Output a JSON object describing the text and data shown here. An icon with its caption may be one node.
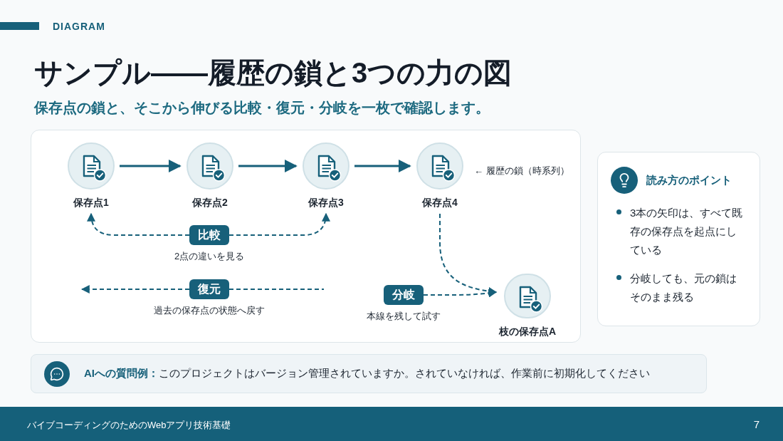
{
  "diagram": {
    "title": "サンプル——履歴の鎖と3つの力の図",
    "nodes": [
      {
        "text": [
          "保存点1"
        ]
      },
      {
        "text": [
          "保存点2"
        ]
      },
      {
        "text": [
          "保存点3"
        ]
      },
      {
        "text": [
          "保存点4"
        ]
      },
      {
        "text": [
          "比較"
        ],
        "beside": [
          "2点の違いを見る"
        ]
      },
      {
        "text": [
          "復元"
        ],
        "beside": [
          "過去の保存点の状態へ戻す"
        ]
      },
      {
        "text": [
          "分岐"
        ],
        "beside": [
          "本線を残して試す"
        ]
      },
      {
        "text": [
          "枝の保存点A"
        ]
      },
      {
        "text": [
          "読み方のポイント",
          "3本の矢印は、すべて既存の保存点を起点にしている",
          "分岐しても、元の鎖はそのまま残る"
        ]
      },
      {
        "text": [
          "**AIへの質問例：**このプロジェクトはバージョン管理されていますか。されていなければ、作業前に初期化してください"
        ]
      }
    ],
    "edges": [
      {
        "from": 0,
        "to": 1,
        "arrow": "to"
      },
      {
        "from": 1,
        "to": 2,
        "arrow": "to"
      },
      {
        "from": 2,
        "to": 3,
        "arrow": "to"
      },
      {
        "from": 4,
        "to": 0,
        "arrow": "to",
        "style": "dashed"
      },
      {
        "from": 4,
        "to": 2,
        "arrow": "to",
        "style": "dashed"
      },
      {
        "from": 5,
        "to": null,
        "arrow": "to",
        "style": "dashed"
      },
      {
        "from": 3,
        "to": 7,
        "arrow": "to",
        "style": "dashed"
      },
      {
        "from": 6,
        "to": 7,
        "arrow": "to",
        "style": "dashed"
      }
    ],
    "labels": [
      "DIAGRAM",
      "保存点の鎖と、そこから伸びる比較・復元・分岐を一枚で確認します。",
      "← 履歴の鎖（時系列）",
      "バイブコーディングのためのWebアプリ技術基礎",
      "7"
    ]
  }
}
